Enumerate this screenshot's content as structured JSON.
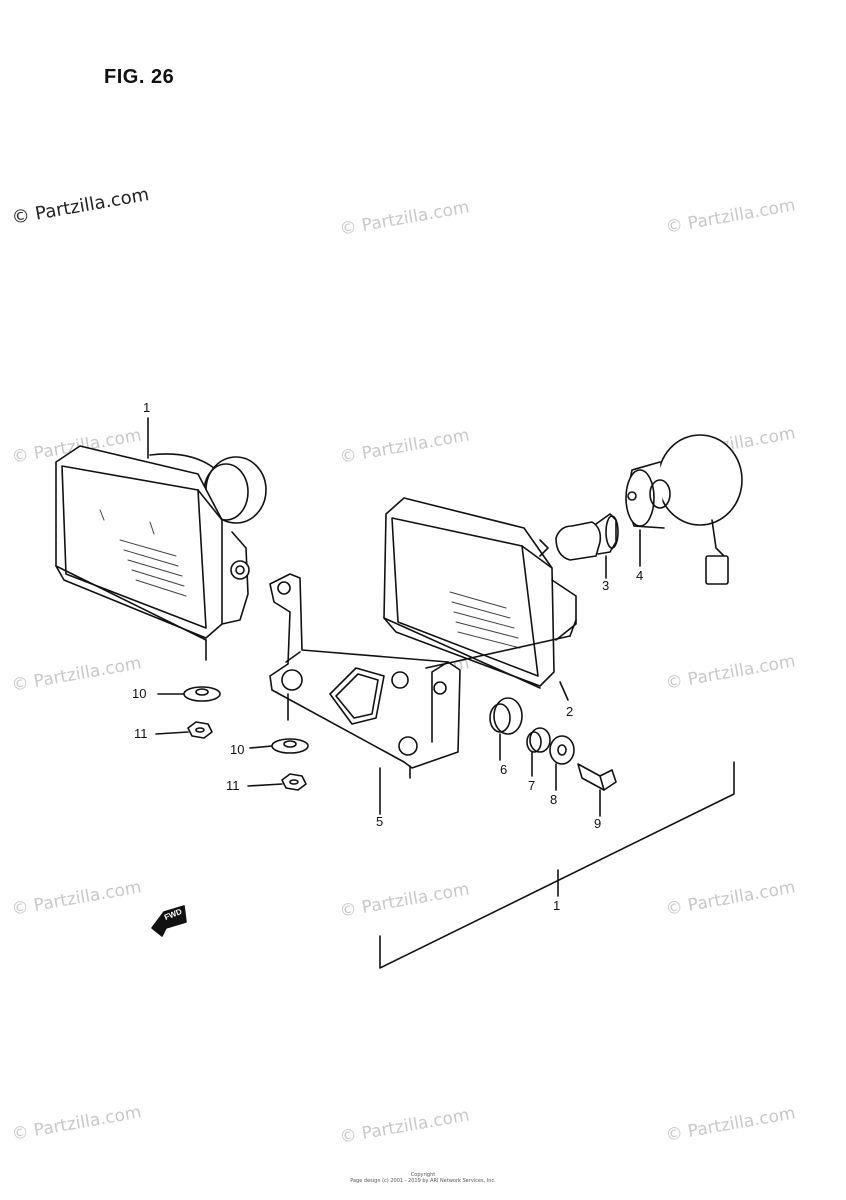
{
  "figure": {
    "title": "FIG. 26"
  },
  "watermark": {
    "text": "© Partzilla.com",
    "main_color": "#222222",
    "faded_color": "#c8c8c8"
  },
  "callouts": {
    "c1a": "1",
    "c2": "2",
    "c3": "3",
    "c4": "4",
    "c5": "5",
    "c6": "6",
    "c7": "7",
    "c8": "8",
    "c9": "9",
    "c10a": "10",
    "c10b": "10",
    "c11a": "11",
    "c11b": "11",
    "c1b": "1"
  },
  "fwd_label": "FWD",
  "footer": {
    "line1": "Copyright",
    "line2": "Page design (c) 2001 - 2019 by ARI Network Services, Inc."
  }
}
